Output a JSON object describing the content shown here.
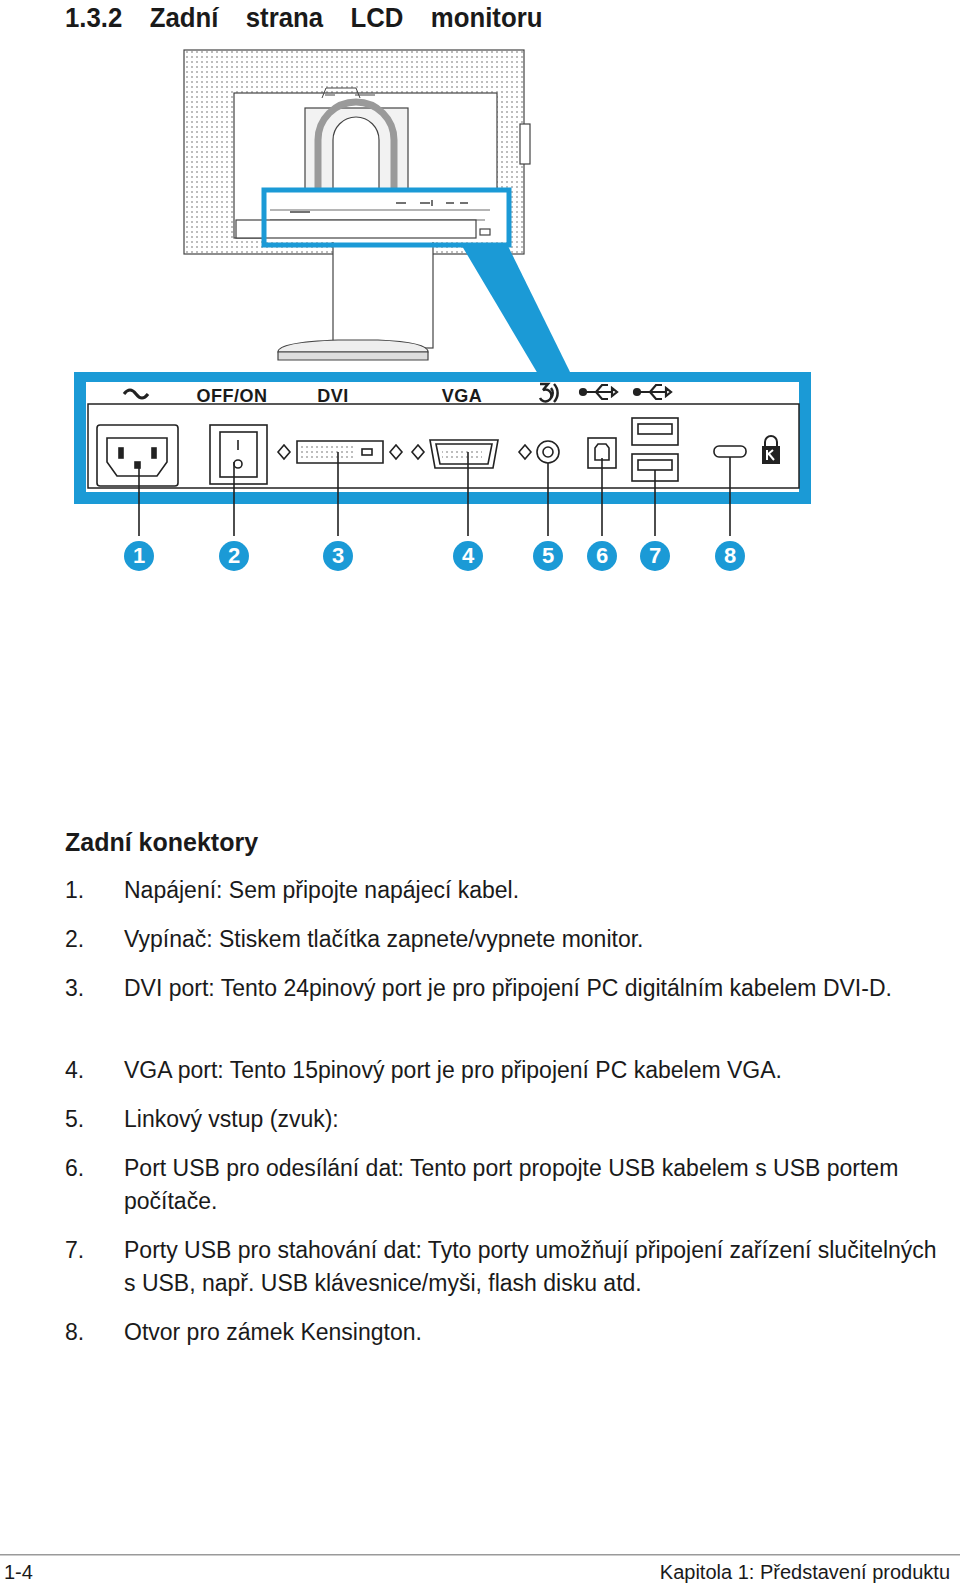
{
  "diagram": {
    "title": "1.3.2 Zadní strana LCD monitoru",
    "nodes": [
      {
        "text": [
          "OFF/ON",
          "DVI",
          "VGA"
        ]
      },
      {
        "text": [
          "1"
        ]
      },
      {
        "text": [
          "2"
        ]
      },
      {
        "text": [
          "3"
        ]
      },
      {
        "text": [
          "4"
        ]
      },
      {
        "text": [
          "5"
        ]
      },
      {
        "text": [
          "6"
        ]
      },
      {
        "text": [
          "7"
        ]
      },
      {
        "text": [
          "8"
        ]
      }
    ],
    "edges": [],
    "labels": [
      "Zadní konektory",
      "1.",
      "Napájení: Sem připojte napájecí kabel.",
      "2.",
      "Vypínač: Stiskem tlačítka zapnete/vypnete monitor.",
      "3.",
      "DVI port: Tento 24pinový port je pro připojení PC digitálním kabelem DVI-D.",
      "4.",
      "VGA port: Tento 15pinový port je pro připojení PC kabelem VGA.",
      "5.",
      "Linkový vstup (zvuk):",
      "6.",
      "Port USB pro odesílání dat: Tento port propojte USB kabelem s USB portem počítače.",
      "7.",
      "Porty USB pro stahování dat: Tyto porty umožňují připojení zařízení slučitelných s USB, např. USB klávesnice/myši, flash disku atd.",
      "8.",
      "Otvor pro zámek Kensington.",
      "1-4",
      "Kapitola 1: Představení produktu"
    ]
  }
}
